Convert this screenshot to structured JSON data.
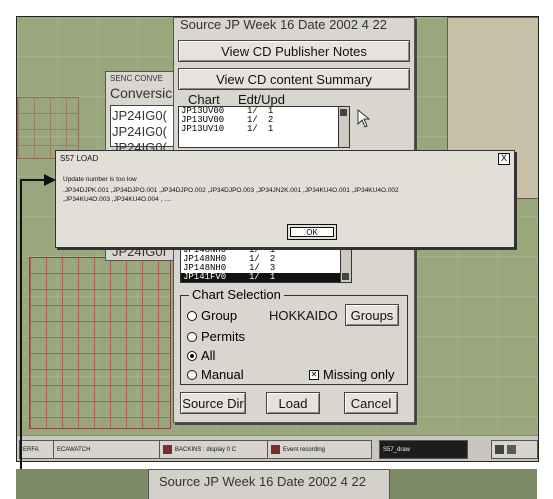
{
  "source_dialog": {
    "title": "Source JP  Week 16  Date 2002 4 22",
    "btn_publisher_notes": "View CD Publisher Notes",
    "btn_content_summary": "View CD content Summary",
    "col_chart": "Chart",
    "col_edt": "Edt/Upd",
    "top_list": [
      {
        "chart": "JP13UV00",
        "edt": "1/",
        "upd": "1"
      },
      {
        "chart": "JP13UV00",
        "edt": "1/",
        "upd": "2"
      },
      {
        "chart": "JP13UV10",
        "edt": "1/",
        "upd": "1"
      }
    ],
    "bottom_list": [
      {
        "chart": "JP148NH0",
        "edt": "1/",
        "upd": "1"
      },
      {
        "chart": "JP148NH0",
        "edt": "1/",
        "upd": "2"
      },
      {
        "chart": "JP148NH0",
        "edt": "1/",
        "upd": "3"
      },
      {
        "chart": "JP141FV0",
        "edt": "1/",
        "upd": "1",
        "selected": true
      }
    ],
    "chart_selection_legend": "Chart Selection",
    "radio_group": "Group",
    "group_value": "HOKKAIDO",
    "btn_groups": "Groups",
    "radio_permits": "Permits",
    "radio_all": "All",
    "radio_manual": "Manual",
    "missing_only": "Missing only",
    "btn_source_dir": "Source Dir",
    "btn_load": "Load",
    "btn_cancel": "Cancel"
  },
  "left_panel": {
    "title": "SENC CONVE",
    "subtitle": "Conversic",
    "items": [
      "JP24IG0(",
      "JP24IG0(",
      "JP24IG0(",
      "JP24IG0I"
    ]
  },
  "alert": {
    "title": "S57 LOAD",
    "close": "X",
    "message": "Update number is too low",
    "list_line1": ".JP34DJPK.001 ,JP34DJPO.001 ,JP34DJPO.002 ,JP34DJPO.003 ,JP34JN2K.001 ,JP34KU4O.001 ,JP34KU4O.002",
    "list_line2": ",JP34KU4O.003 ,JP34KU4O.004 ,  ....",
    "ok": "OK"
  },
  "taskbar": {
    "items": [
      "ERFA",
      "ECAWATCH",
      "BACKINS : display 0 C",
      "Event recording",
      "S57_draw"
    ]
  },
  "bottom_strip": {
    "title": "Source JP  Week 16  Date 2002 4 22"
  },
  "colors": {
    "dialog_bg": "#d9d6cf",
    "chart_red": "#b04848",
    "sea": "#9aa77c"
  }
}
